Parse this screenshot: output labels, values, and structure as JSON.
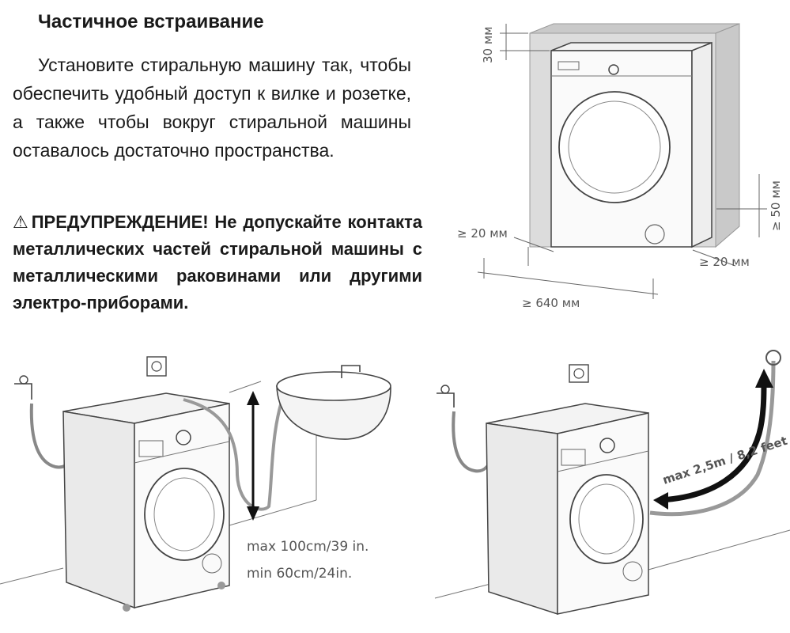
{
  "heading": "Частичное встраивание",
  "paragraph": "Установите стиральную машину так, чтобы обеспечить удобный доступ к вилке и розетке, а также чтобы вокруг стиральной машины оставалось достаточно пространства.",
  "warning": {
    "icon": "warning-triangle-icon",
    "text": "ПРЕДУПРЕЖДЕНИЕ! Не допускайте контакта металлических частей стиральной машины с металлическими раковинами или другими электро-приборами."
  },
  "diagram_top": {
    "top_clearance": "30 мм",
    "side_clearance_right": "≥ 50 мм",
    "side_clearance_left": "≥ 20 мм",
    "back_clearance": "≥ 20 мм",
    "width": "≥ 640 мм"
  },
  "diagram_sink": {
    "height_max": "max 100cm/39 in.",
    "height_min": "min 60cm/24in."
  },
  "diagram_drain": {
    "hose_length": "max 2,5m / 8,2 feet"
  }
}
